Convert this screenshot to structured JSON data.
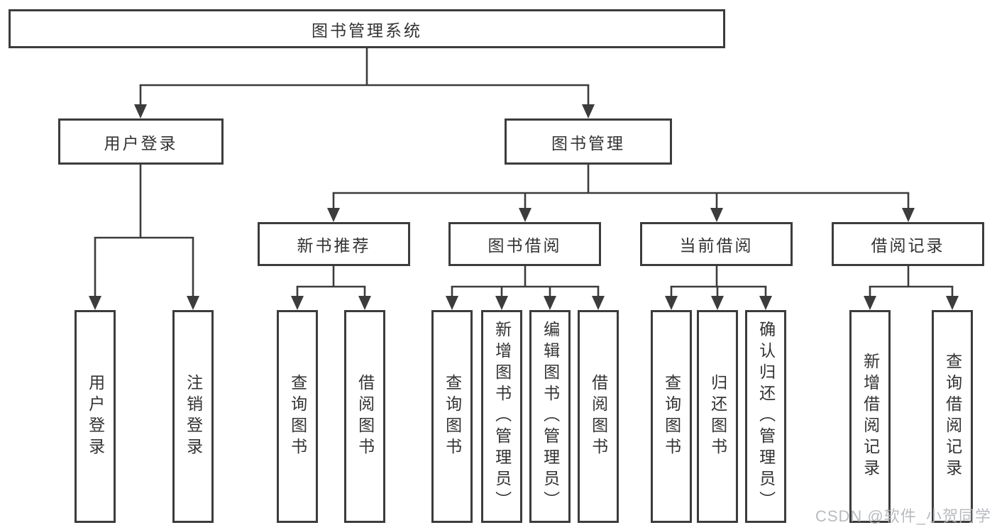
{
  "colors": {
    "line": "#3c3c3c",
    "text": "#333333",
    "box_background": "#ffffff",
    "watermark": "#b3b6ba",
    "background": "#ffffff"
  },
  "watermark": "CSDN @软件_小贺同学",
  "tree": {
    "label": "图书管理系统",
    "children": [
      {
        "label": "用户登录",
        "children": [
          {
            "label": "用户登录"
          },
          {
            "label": "注销登录"
          }
        ]
      },
      {
        "label": "图书管理",
        "children": [
          {
            "label": "新书推荐",
            "children": [
              {
                "label": "查询图书"
              },
              {
                "label": "借阅图书"
              }
            ]
          },
          {
            "label": "图书借阅",
            "children": [
              {
                "label": "查询图书"
              },
              {
                "label": "新增图书（管理员）"
              },
              {
                "label": "编辑图书（管理员）"
              },
              {
                "label": "借阅图书"
              }
            ]
          },
          {
            "label": "当前借阅",
            "children": [
              {
                "label": "查询图书"
              },
              {
                "label": "归还图书"
              },
              {
                "label": "确认归还（管理员）"
              }
            ]
          },
          {
            "label": "借阅记录",
            "children": [
              {
                "label": "新增借阅记录"
              },
              {
                "label": "查询借阅记录"
              }
            ]
          }
        ]
      }
    ]
  }
}
